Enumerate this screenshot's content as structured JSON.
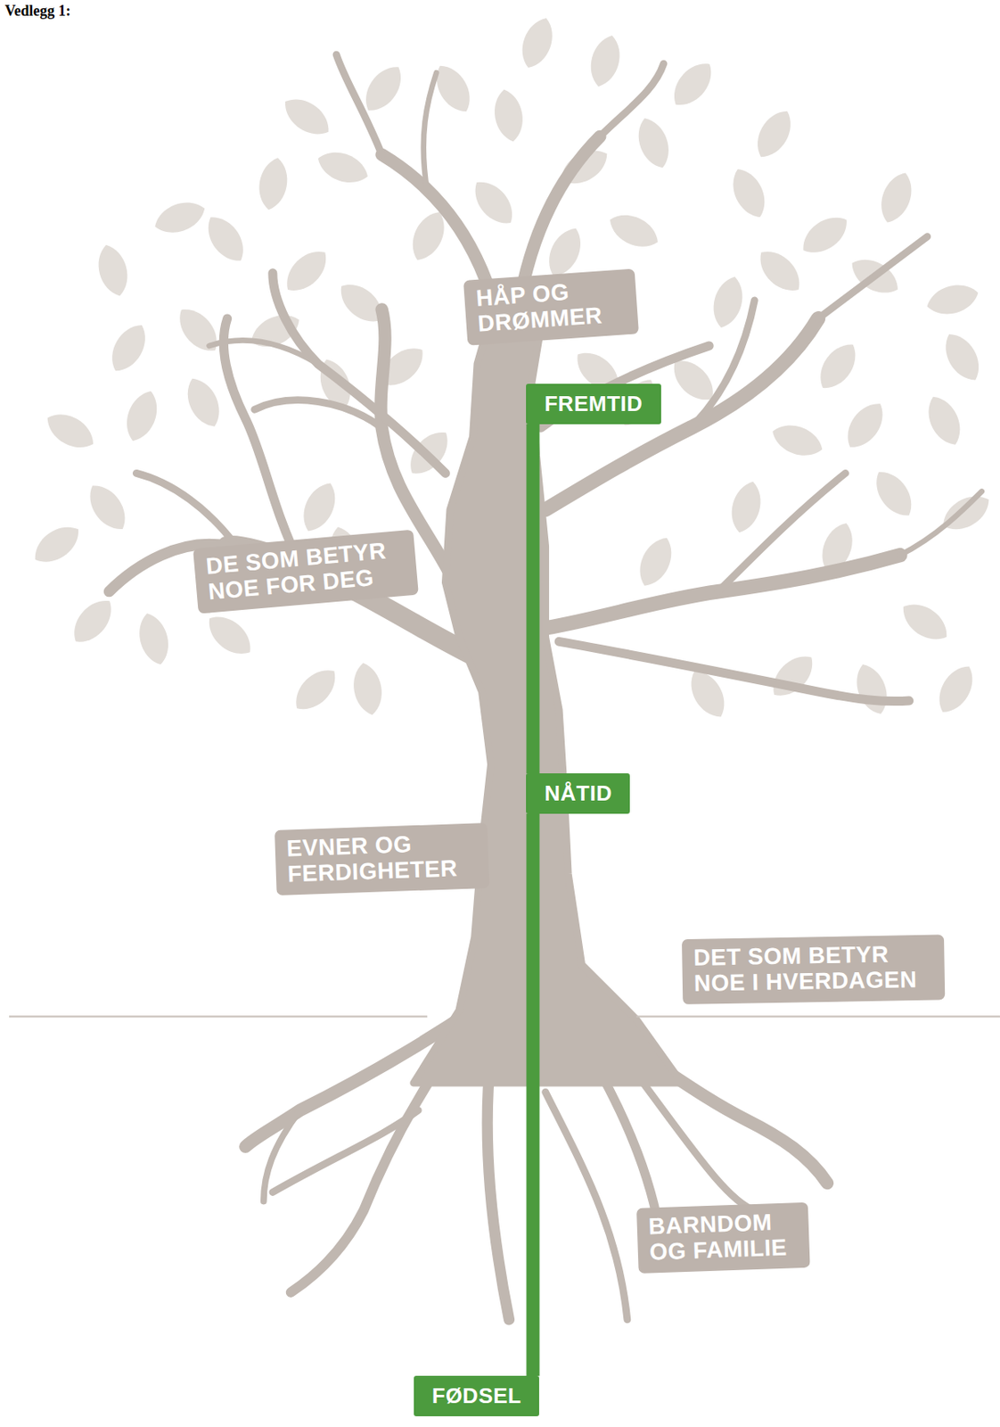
{
  "diagram": {
    "nodes": [
      {
        "text": [
          "HÅP OG DRØMMER"
        ]
      },
      {
        "text": [
          "FREMTID"
        ]
      },
      {
        "text": [
          "DE SOM BETYR NOE FOR DEG"
        ]
      },
      {
        "text": [
          "NÅTID"
        ]
      },
      {
        "text": [
          "EVNER OG FERDIGHETER"
        ]
      },
      {
        "text": [
          "DET SOM BETYR NOE I HVERDAGEN"
        ]
      },
      {
        "text": [
          "BARNDOM OG FAMILIE"
        ]
      },
      {
        "text": [
          "FØDSEL"
        ]
      }
    ],
    "edges": [
      {
        "from": 7,
        "to": 3,
        "arrow": "none"
      },
      {
        "from": 3,
        "to": 1,
        "arrow": "none"
      }
    ],
    "labels": [
      "Vedlegg 1:"
    ]
  }
}
